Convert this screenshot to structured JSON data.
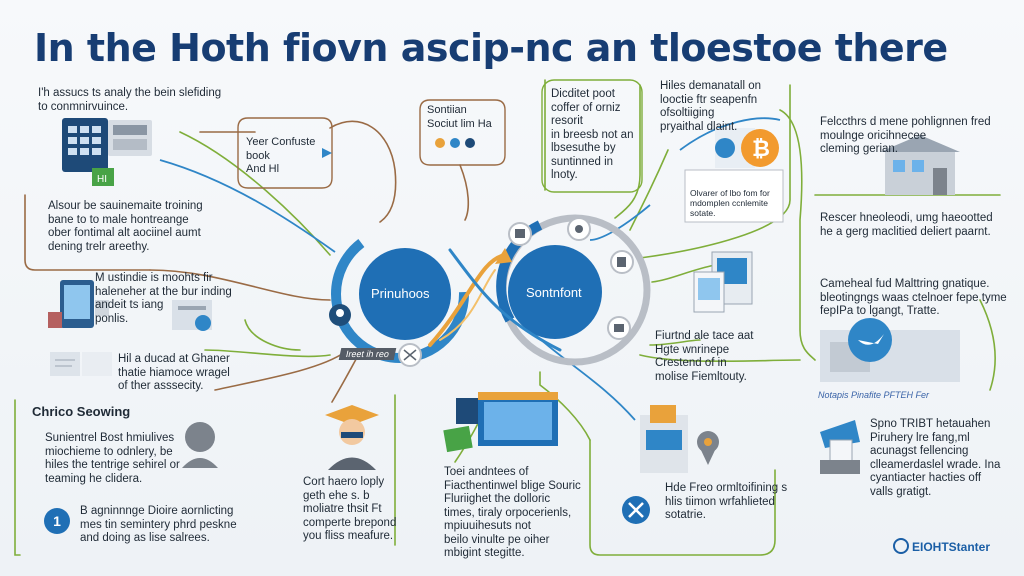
{
  "title": "In the Hoth fiovn ascip-nc an tloestoe there",
  "center": {
    "left_circle_label": "Prinuhoos",
    "right_circle_label": "Sontnfont",
    "tag_label": "Ireet ih reo"
  },
  "blocks": {
    "top_left": "I'h assucs ts analy the bein slefiding\nto conmnirvuince.",
    "left_1": "Alsour be sauinemaite troining\nbane to to male hontreange\nober fontimal alt aociinel aumt\ndening trelr areethy.",
    "left_2": "M ustindie is moohts fir\nhaleneher at the bur inding\nandeit ts iang\nponlis.",
    "left_3": "Hil a ducad at Ghaner\nthatie hiamoce wragel\nof ther asssecity.",
    "heading_left": "Chrico Seowing",
    "left_4": "Sunientrel Bost hmiulives\nmiochieme to odnlery, be\nhiles the tentrige sehirel or\nteaming he clidera.",
    "numbered": "B agninnnge Dioire aornlicting\nmes tin semintery phrd peskne\nand doing as lise salrees.",
    "number": "1",
    "book_box": "Yeer Confuste\nbook\nAnd Hl",
    "top_center": "Sontiian\nSociut lim Ha",
    "top_center_right": "Dicditet poot\ncoffer of orniz\nresorit\nin breesb not an\nlbsesuthe by\nsuntinned in\nlnoty.",
    "top_right_1": "Hiles demanatall on\nlooctie ftr seapenfn\nofsoltiiging\npryaithal dlaint.",
    "phone_text": "Olvarer of lbo fom for\nmdomplen ccnlemite\nsotate.",
    "top_right_2": "Felccthrs d mene pohlignnen fred\nmoulnge oricihnecee\ncleming gerian.",
    "right_1": "Rescer hneoleodi, umg haeootted\nhe a gerg maclitied deliert paarnt.",
    "right_2": "Cameheal fud Malttring gnatique.\nbleotingngs waas ctelnoer fepe tyme\nfepIPa to lgangt, Tratte.",
    "right_caption": "Notapis Pinafite PFTEH Fer",
    "right_3": "Spno TRIBT hetauahen\nPiruhery lre fang,ml\nacunagst fellencing\nclleamerdaslel wrade. Ina\ncyantiacter hacties off\nvalls gratigt.",
    "mid_right_1": "Fiurtnd ale tace aat\nHgte wnrinepe\nCrestend of in\nmolise Fiemltouty.",
    "mid_right_2": "Hde Freo ormltoifining s\nhlis tiimon wrfahlieted\nsotatrie.",
    "bottom_mid_1": "Cort haero loply\ngeth ehe s. b\nmoliatre thsit Ft\ncomperte brepond\nyou fliss meafure.",
    "bottom_mid_2": "Toei andntees of\nFiacthentinwel blige Souric\nFluriighet the dolloric\ntimes, tiraly orpocerienls,\nmpiuuihesuts not\nbeilo vinulte pe oiher\nmbigint stegitte.",
    "brand": "EIOHTStanter"
  },
  "colors": {
    "title": "#173d73",
    "accent_blue": "#1f6fb5",
    "ring_gray": "#b9bec6",
    "arrow_orange": "#e9a23b",
    "connector_green": "#7fae3a",
    "connector_brown": "#9a6b45",
    "connector_blue": "#2f86c7"
  },
  "icons": [
    "calculator-icon",
    "tablet-icon",
    "folder-icon",
    "person-icon",
    "teacher-icon",
    "bitcoin-icon",
    "house-icon",
    "monitor-icon",
    "bird-icon",
    "building-icon",
    "location-pin-icon",
    "spy-icon",
    "tools-icon"
  ]
}
